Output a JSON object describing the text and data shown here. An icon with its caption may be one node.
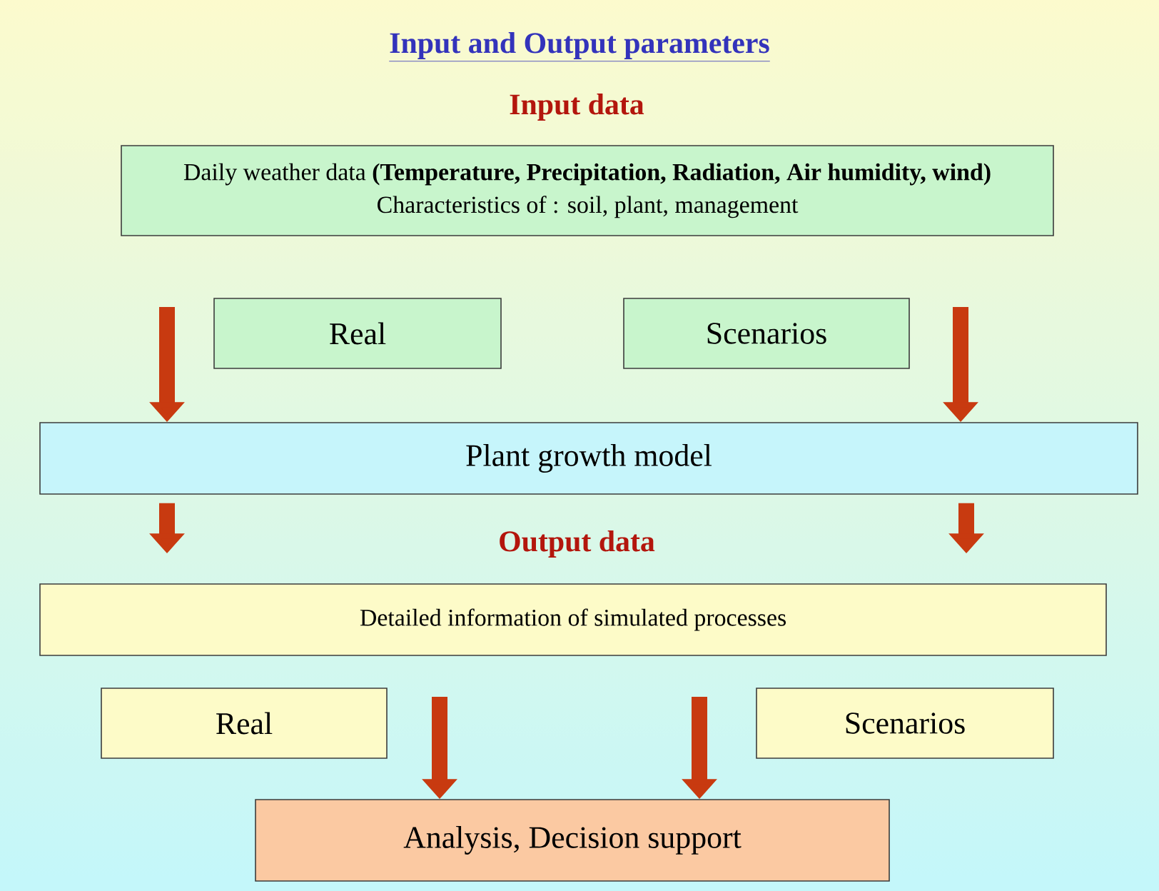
{
  "diagram": {
    "title": "Input and Output parameters",
    "nodes": [
      {
        "text": [
          "Daily weather data **(Temperature, Precipitation, Radiation, Air humidity, wind)**",
          "Characteristics of : soil, plant, management"
        ]
      },
      {
        "text": [
          "Real"
        ]
      },
      {
        "text": [
          "Scenarios"
        ]
      },
      {
        "text": [
          "Plant growth model"
        ]
      },
      {
        "text": [
          "Detailed information of simulated processes"
        ]
      },
      {
        "text": [
          "Real"
        ]
      },
      {
        "text": [
          "Scenarios"
        ]
      },
      {
        "text": [
          "Analysis, Decision support"
        ]
      }
    ],
    "edges": [
      {
        "from": null,
        "to": 3,
        "arrow": "to"
      },
      {
        "from": null,
        "to": 3,
        "arrow": "to"
      },
      {
        "from": 3,
        "to": 4,
        "arrow": "to"
      },
      {
        "from": 3,
        "to": 4,
        "arrow": "to"
      },
      {
        "from": null,
        "to": 7,
        "arrow": "to"
      },
      {
        "from": null,
        "to": 7,
        "arrow": "to"
      }
    ],
    "labels": [
      "Input data",
      "Output data"
    ]
  }
}
